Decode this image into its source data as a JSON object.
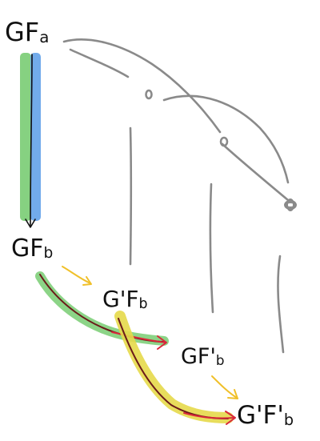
{
  "labels": {
    "gf_a": {
      "main": "GF",
      "sub": "a"
    },
    "gf_b": {
      "main": "GF",
      "sub": "b"
    },
    "g_prime_f_b": {
      "main": "G'F",
      "sub": "b"
    },
    "g_f_prime_b": {
      "main": "GF'",
      "sub": "b"
    },
    "g_prime_f_prime_b": {
      "main": "G'F'",
      "sub": "b"
    }
  },
  "colors": {
    "ink": "#111111",
    "pencil": "#8a8a8a",
    "green_highlight": "#7fcf7a",
    "blue_highlight": "#6aa6ea",
    "yellow_highlight": "#e6d94a",
    "yellow_arrow": "#f0c02a",
    "red_arrow": "#d9283a",
    "dark_red_arrow": "#6b1a1a"
  }
}
